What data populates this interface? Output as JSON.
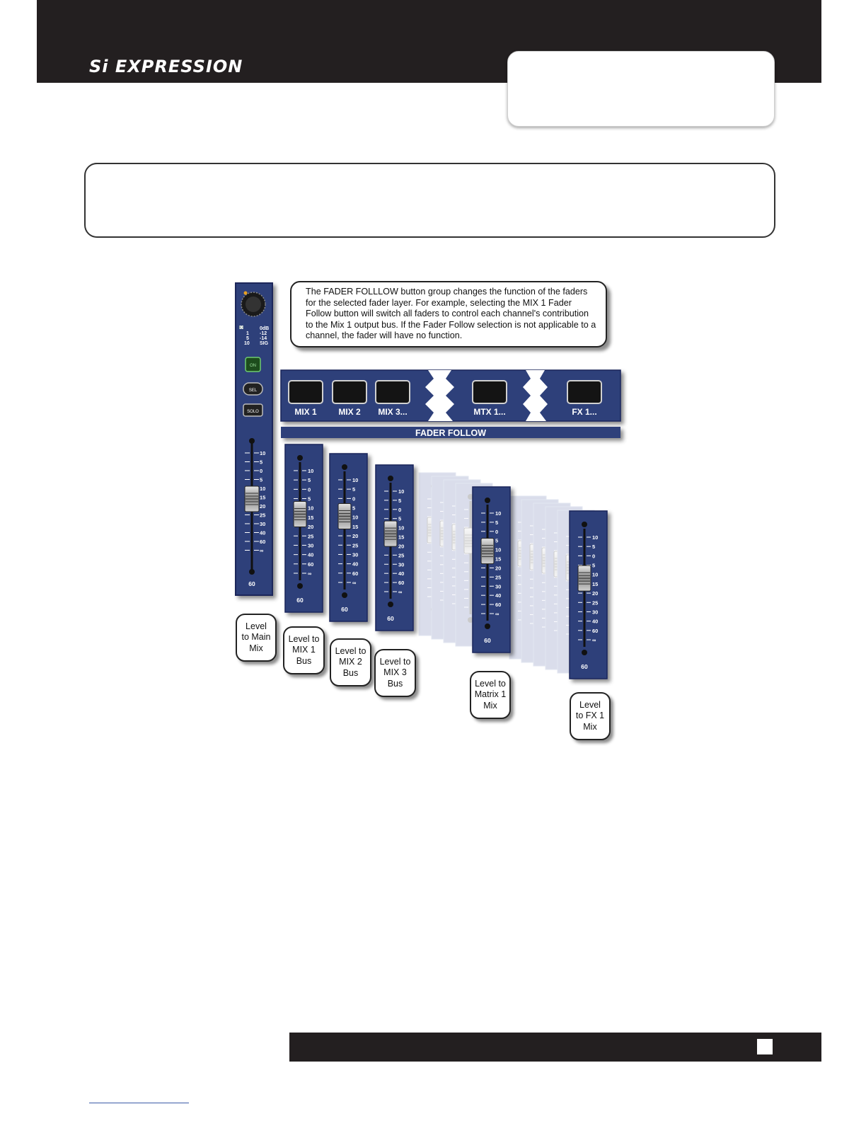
{
  "header": {
    "brand": "Si EXPRESSION"
  },
  "callout": {
    "text": "The FADER FOLLLOW button group changes the function of the faders for the selected fader layer. For example, selecting the MIX 1 Fader Follow button will switch all faders to control each channel's contribution to the Mix 1 output bus. If the Fader Follow selection is not applicable to a channel, the fader will have no function."
  },
  "channel_strip": {
    "meter_labels": [
      "X",
      "0dB",
      "1",
      "-12",
      "5",
      "-14",
      "10",
      "SIG"
    ],
    "buttons": [
      "ON",
      "SEL",
      "SOLO"
    ]
  },
  "fader_follow": {
    "title": "FADER FOLLOW",
    "buttons": [
      "MIX 1",
      "MIX 2",
      "MIX 3...",
      "MTX 1...",
      "FX 1..."
    ]
  },
  "fader_scale": [
    "10",
    "5",
    "0",
    "5",
    "10",
    "15",
    "20",
    "25",
    "30",
    "40",
    "60",
    "∞"
  ],
  "fader_bottom_label": "60",
  "labels": [
    "Level\nto Main\nMix",
    "Level to\nMIX 1\nBus",
    "Level to\nMIX 2\nBus",
    "Level to\nMIX 3\nBus",
    "Level to\nMatrix 1\nMix",
    "Level\nto FX 1\nMix"
  ],
  "colors": {
    "panel_blue": "#2f3f7a",
    "panel_border": "#1b255a",
    "header_black": "#231f20",
    "on_green": "#3b8a3b"
  }
}
